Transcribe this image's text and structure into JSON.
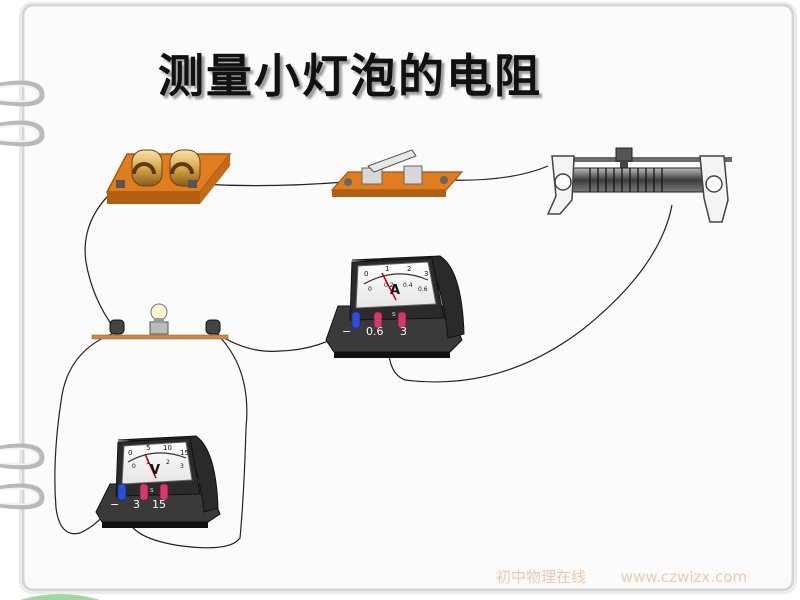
{
  "title": "测量小灯泡的电阻",
  "ammeter": {
    "symbol": "A",
    "terminals": [
      "−",
      "0.6",
      "3"
    ],
    "unit_mark": "s",
    "scale_top": [
      "0",
      "1",
      "2",
      "3"
    ],
    "scale_bottom": [
      "0",
      "0.2",
      "0.4",
      "0.6"
    ]
  },
  "voltmeter": {
    "symbol": "V",
    "terminals": [
      "−",
      "3",
      "15"
    ],
    "unit_mark": "s",
    "scale_top": [
      "0",
      "5",
      "10",
      "15"
    ],
    "scale_bottom": [
      "0",
      "1",
      "2",
      "3"
    ]
  },
  "footer": {
    "site_name": "初中物理在线",
    "url": "www.czwlzx.com"
  },
  "colors": {
    "board": "#e07d1e",
    "board_edge": "#a85610",
    "wire": "#222222",
    "meter_body": "#2a2a2a",
    "terminal_blue": "#2d4fd6",
    "terminal_red": "#d23a6a",
    "footer_text": "#f1c9a8"
  }
}
